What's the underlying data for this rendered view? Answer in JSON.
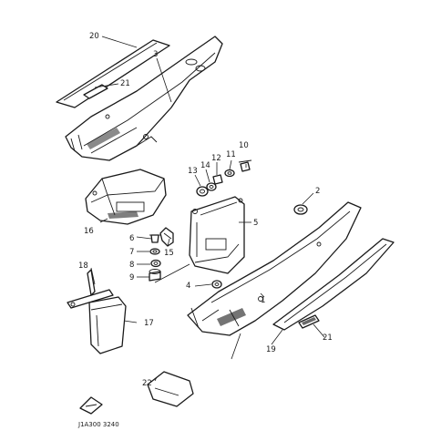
{
  "callouts": {
    "p1": "1",
    "p2": "2",
    "p3": "3",
    "p4": "4",
    "p5": "5",
    "p6": "6",
    "p7": "7",
    "p8": "8",
    "p9": "9",
    "p10": "10",
    "p11": "11",
    "p12": "12",
    "p13": "13",
    "p14": "14",
    "p15": "15",
    "p16": "16",
    "p17": "17",
    "p18": "18",
    "p19": "19",
    "p20": "20",
    "p21a": "21",
    "p21b": "21",
    "p22": "22"
  },
  "drawing_code": "J1A300 3240"
}
